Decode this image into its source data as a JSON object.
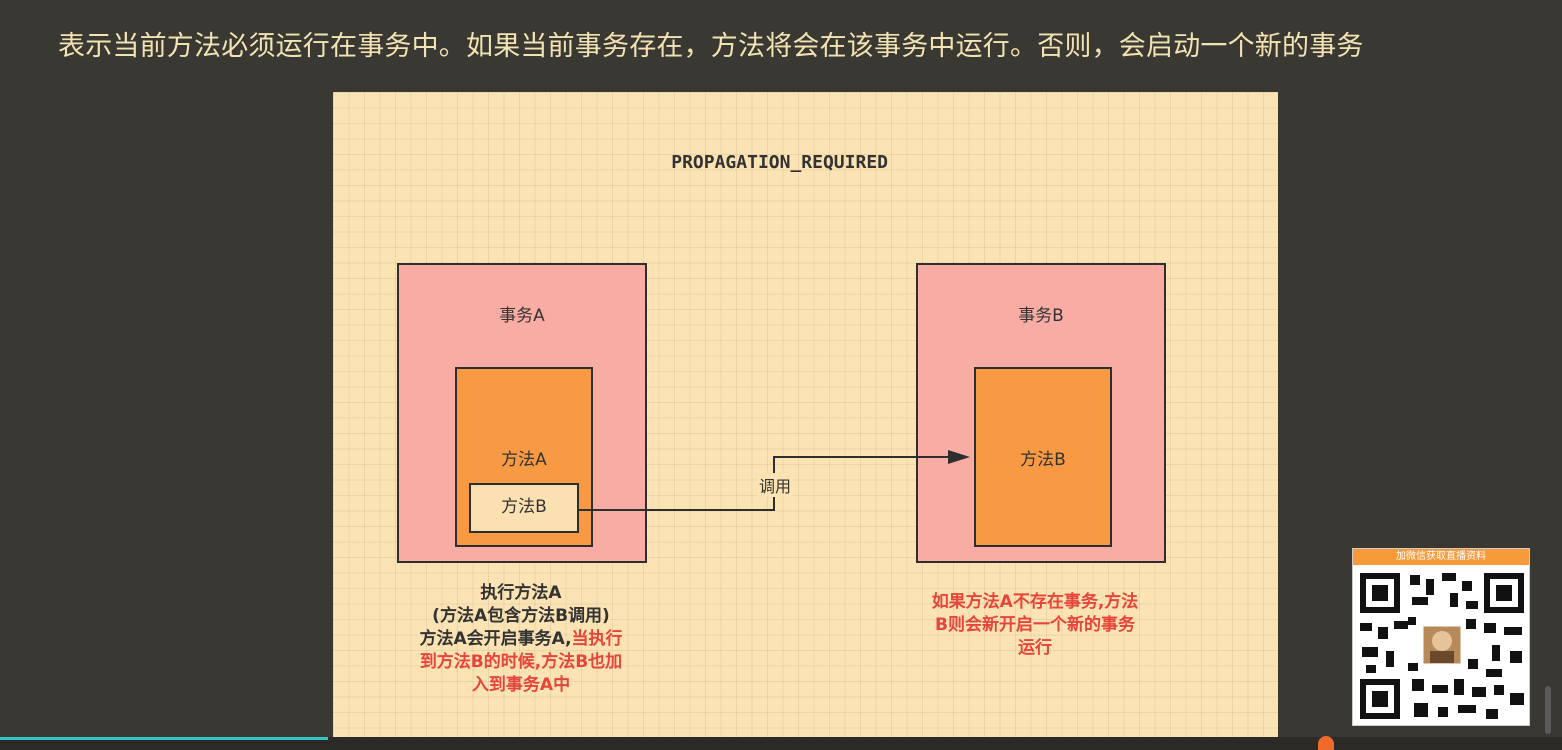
{
  "headline": "表示当前方法必须运行在事务中。如果当前事务存在，方法将会在该事务中运行。否则，会启动一个新的事务",
  "diagram": {
    "title": "PROPAGATION_REQUIRED",
    "left": {
      "transaction_label": "事务A",
      "method_label": "方法A",
      "inner_label": "方法B"
    },
    "right": {
      "transaction_label": "事务B",
      "method_label": "方法B"
    },
    "call_label": "调用",
    "left_caption": {
      "line1": "执行方法A",
      "line2": "(方法A包含方法B调用)",
      "line3_black": "方法A会开启事务A,",
      "line3_red": "当执行",
      "line4_red": "到方法B的时候,方法B也加",
      "line5_red": "入到事务A中"
    },
    "right_caption": {
      "line1": "如果方法A不存在事务,方法",
      "line2": "B则会新开启一个新的事务",
      "line3": "运行"
    }
  },
  "qr": {
    "header": "加微信获取直播资料"
  },
  "player": {
    "progress": 0.21
  },
  "colors": {
    "background": "#3a3833",
    "headline": "#f3e3b3",
    "slide": "#fbe3b3",
    "transaction": "#f8aca4",
    "method": "#f89a44",
    "red_text": "#e5453a",
    "progress": "#33c6c6"
  }
}
